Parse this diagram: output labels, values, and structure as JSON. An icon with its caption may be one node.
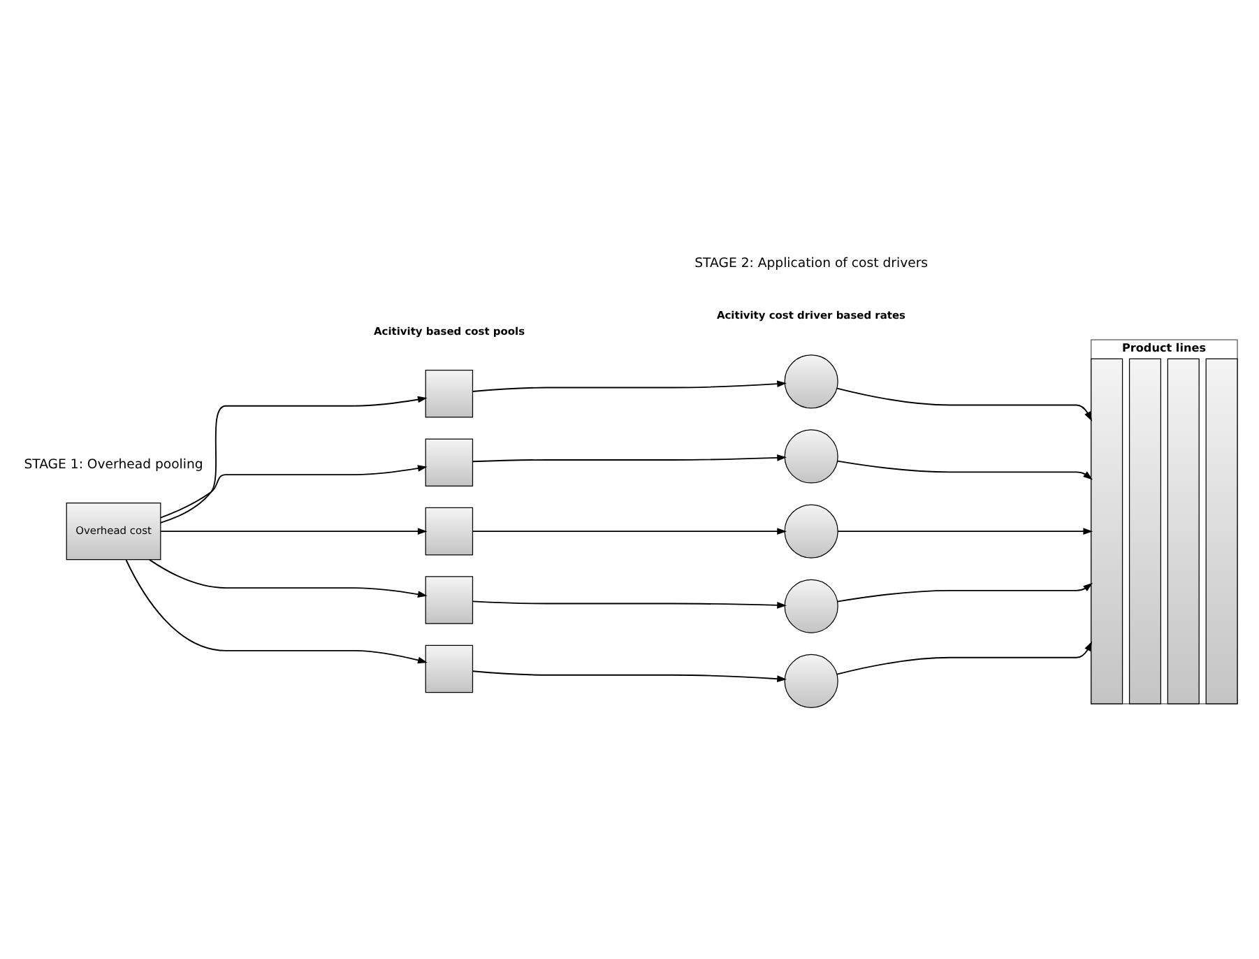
{
  "diagram": {
    "nodes": [
      {
        "text": [
          "Overhead cost"
        ]
      },
      {
        "text": [],
        "shape": "box"
      },
      {
        "text": [],
        "shape": "box"
      },
      {
        "text": [],
        "shape": "box"
      },
      {
        "text": [],
        "shape": "box"
      },
      {
        "text": [],
        "shape": "box"
      },
      {
        "text": [],
        "shape": "circle"
      },
      {
        "text": [],
        "shape": "circle"
      },
      {
        "text": [],
        "shape": "circle"
      },
      {
        "text": [],
        "shape": "circle"
      },
      {
        "text": [],
        "shape": "circle"
      },
      {
        "text": [
          "Product lines"
        ]
      },
      {
        "text": [],
        "shape": "bar",
        "in": 11
      },
      {
        "text": [],
        "shape": "bar",
        "in": 11
      },
      {
        "text": [],
        "shape": "bar",
        "in": 11
      },
      {
        "text": [],
        "shape": "bar",
        "in": 11
      }
    ],
    "edges": [
      {
        "from": 0,
        "to": 1,
        "arrow": "to"
      },
      {
        "from": 0,
        "to": 2,
        "arrow": "to"
      },
      {
        "from": 0,
        "to": 3,
        "arrow": "to"
      },
      {
        "from": 0,
        "to": 4,
        "arrow": "to"
      },
      {
        "from": 0,
        "to": 5,
        "arrow": "to"
      },
      {
        "from": 1,
        "to": 6,
        "arrow": "to"
      },
      {
        "from": 2,
        "to": 7,
        "arrow": "to"
      },
      {
        "from": 3,
        "to": 8,
        "arrow": "to"
      },
      {
        "from": 4,
        "to": 9,
        "arrow": "to"
      },
      {
        "from": 5,
        "to": 10,
        "arrow": "to"
      },
      {
        "from": 6,
        "to": 12,
        "arrow": "to"
      },
      {
        "from": 7,
        "to": 12,
        "arrow": "to"
      },
      {
        "from": 8,
        "to": 12,
        "arrow": "to"
      },
      {
        "from": 9,
        "to": 12,
        "arrow": "to"
      },
      {
        "from": 10,
        "to": 12,
        "arrow": "to"
      }
    ],
    "labels": [
      "STAGE 1: Overhead pooling",
      "STAGE 2: Application of cost drivers",
      "Acitivity based cost pools",
      "Acitivity cost driver based rates"
    ]
  }
}
